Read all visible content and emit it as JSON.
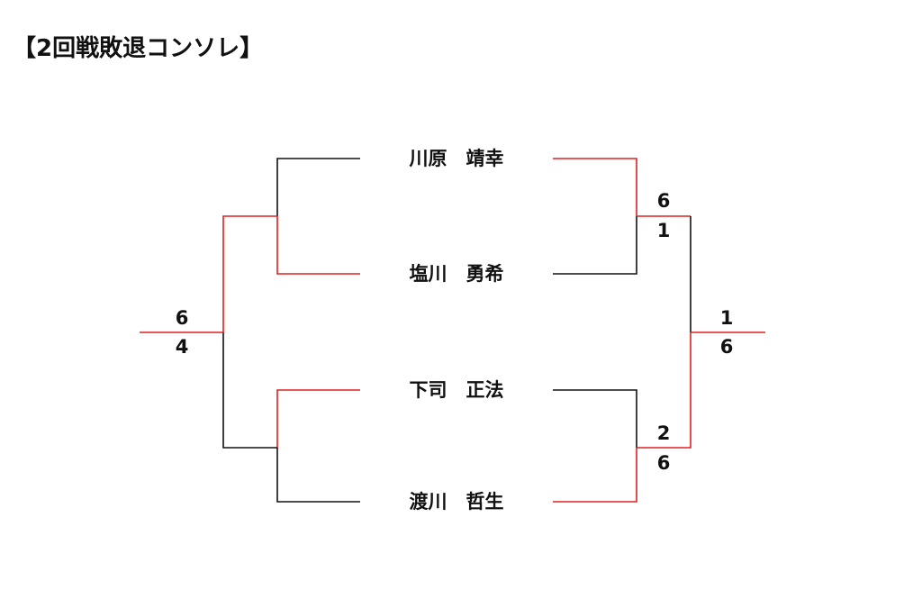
{
  "title": "【2回戦敗退コンソレ】",
  "colors": {
    "win": "#e02020",
    "lose": "#111111"
  },
  "players": [
    {
      "name": "川原　靖幸"
    },
    {
      "name": "塩川　勇希"
    },
    {
      "name": "下司　正法"
    },
    {
      "name": "渡川　哲生"
    }
  ],
  "scores": {
    "left_final": {
      "top": "6",
      "bottom": "4"
    },
    "right_semi_top": {
      "top": "6",
      "bottom": "1"
    },
    "right_semi_bottom": {
      "top": "2",
      "bottom": "6"
    },
    "right_final": {
      "top": "1",
      "bottom": "6"
    }
  }
}
